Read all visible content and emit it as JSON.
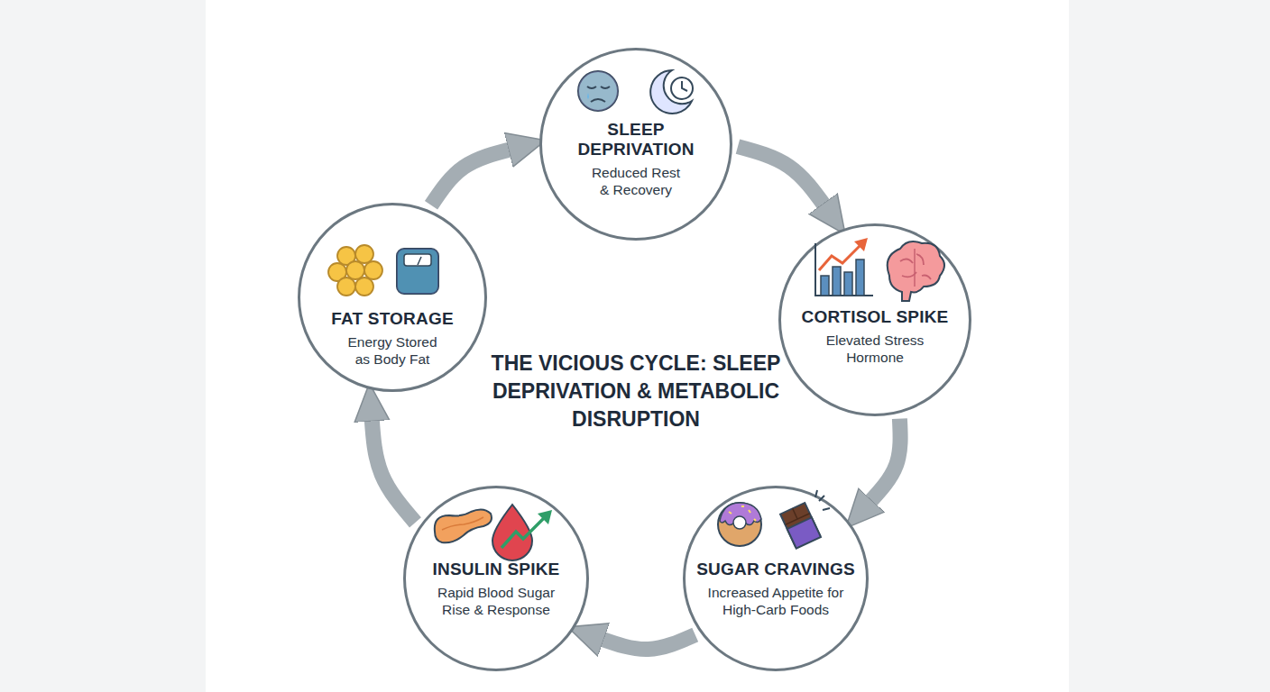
{
  "diagram": {
    "title": "THE VICIOUS CYCLE: SLEEP DEPRIVATION & METABOLIC DISRUPTION",
    "nodes": [
      {
        "text": [
          "SLEEP DEPRIVATION",
          "Reduced Rest & Recovery"
        ]
      },
      {
        "text": [
          "CORTISOL SPIKE",
          "Elevated Stress Hormone"
        ]
      },
      {
        "text": [
          "SUGAR CRAVINGS",
          "Increased Appetite for High-Carb Foods"
        ]
      },
      {
        "text": [
          "INSULIN SPIKE",
          "Rapid Blood Sugar Rise & Response"
        ]
      },
      {
        "text": [
          "FAT STORAGE",
          "Energy Stored as Body Fat"
        ]
      }
    ],
    "edges": [
      {
        "from": 0,
        "to": 1,
        "arrow": "to"
      },
      {
        "from": 1,
        "to": 2,
        "arrow": "to"
      },
      {
        "from": 2,
        "to": 3,
        "arrow": "to"
      },
      {
        "from": 3,
        "to": 4,
        "arrow": "to"
      },
      {
        "from": 4,
        "to": 0,
        "arrow": "to"
      }
    ]
  }
}
